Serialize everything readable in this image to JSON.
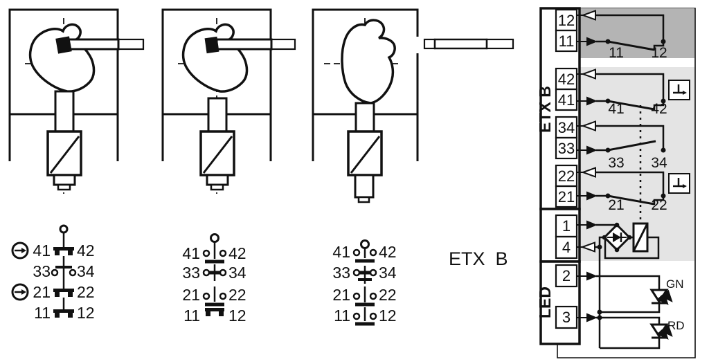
{
  "figure": {
    "center_label": "ETX  B"
  },
  "colors": {
    "background": "#ffffff",
    "line": "#111111",
    "region_dark": "#b4b4b4",
    "region_light": "#e4e4e4",
    "terminal_fill": "#ececec"
  },
  "contact_diagrams": [
    {
      "positive_opening_on": [
        "41-42",
        "21-22"
      ],
      "rows": [
        {
          "left": "41",
          "right": "42",
          "state": "closed"
        },
        {
          "left": "33",
          "right": "34",
          "state": "open"
        },
        {
          "left": "21",
          "right": "22",
          "state": "closed"
        },
        {
          "left": "11",
          "right": "12",
          "state": "closed"
        }
      ]
    },
    {
      "rows": [
        {
          "left": "41",
          "right": "42",
          "state": "open"
        },
        {
          "left": "33",
          "right": "34",
          "state": "closed"
        },
        {
          "left": "21",
          "right": "22",
          "state": "open"
        },
        {
          "left": "11",
          "right": "12",
          "state": "closed"
        }
      ]
    },
    {
      "rows": [
        {
          "left": "41",
          "right": "42",
          "state": "open"
        },
        {
          "left": "33",
          "right": "34",
          "state": "closed"
        },
        {
          "left": "21",
          "right": "22",
          "state": "open"
        },
        {
          "left": "11",
          "right": "12",
          "state": "open"
        }
      ]
    }
  ],
  "connector": {
    "device_label": "ETX B",
    "led_group_label": "LED",
    "terminals": {
      "t12": "12",
      "t11": "11",
      "t42": "42",
      "t41": "41",
      "t34": "34",
      "t33": "33",
      "t22": "22",
      "t21": "21",
      "t1": "1",
      "t4": "4",
      "t2": "2",
      "t3": "3"
    },
    "contacts": [
      {
        "left_label": "11",
        "right_label": "12",
        "state": "closed"
      },
      {
        "left_label": "41",
        "right_label": "42",
        "state": "closed",
        "positive_opening": true
      },
      {
        "left_label": "33",
        "right_label": "34",
        "state": "open"
      },
      {
        "left_label": "21",
        "right_label": "22",
        "state": "closed",
        "positive_opening": true
      }
    ],
    "leds": [
      {
        "terminal": "2",
        "label": "GN",
        "color_name": "green"
      },
      {
        "terminal": "3",
        "label": "RD",
        "color_name": "red"
      }
    ]
  }
}
